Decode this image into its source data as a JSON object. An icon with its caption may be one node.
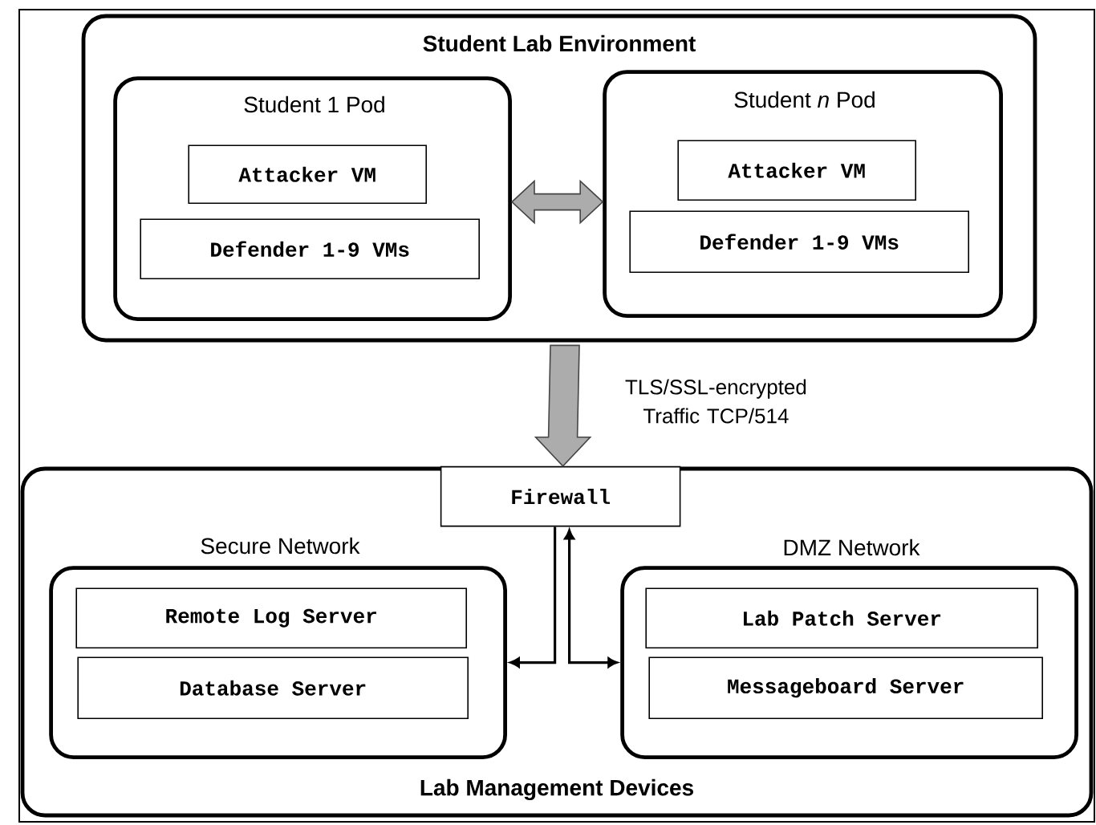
{
  "diagram": {
    "nodes": [
      {
        "text": [
          "Student Lab Environment"
        ]
      },
      {
        "text": [
          "Student 1 Pod"
        ],
        "in": 0
      },
      {
        "text": [
          "Attacker VM"
        ],
        "in": 1
      },
      {
        "text": [
          "Defender 1-9 VMs"
        ],
        "in": 1
      },
      {
        "text": [
          "Student *n* Pod"
        ],
        "in": 0
      },
      {
        "text": [
          "Attacker VM"
        ],
        "in": 4
      },
      {
        "text": [
          "Defender 1-9 VMs"
        ],
        "in": 4
      },
      {
        "text": [
          "Lab Management Devices"
        ]
      },
      {
        "text": [
          "Firewall"
        ],
        "in": 7
      },
      {
        "text": [
          "Secure Network"
        ],
        "in": 7
      },
      {
        "text": [
          "Remote Log Server"
        ],
        "in": 9
      },
      {
        "text": [
          "Database Server"
        ],
        "in": 9
      },
      {
        "text": [
          "DMZ Network"
        ],
        "in": 7
      },
      {
        "text": [
          "Lab Patch Server"
        ],
        "in": 12
      },
      {
        "text": [
          "Messageboard Server"
        ],
        "in": 12
      }
    ],
    "edges": [
      {
        "from": 1,
        "to": 4,
        "arrow": "both"
      },
      {
        "from": 0,
        "to": 8,
        "arrow": "to",
        "label": "TLS/SSL-encrypted Traffic TCP/514"
      },
      {
        "from": 8,
        "to": 9,
        "arrow": "to"
      },
      {
        "from": 8,
        "to": 12,
        "arrow": "both"
      }
    ]
  }
}
